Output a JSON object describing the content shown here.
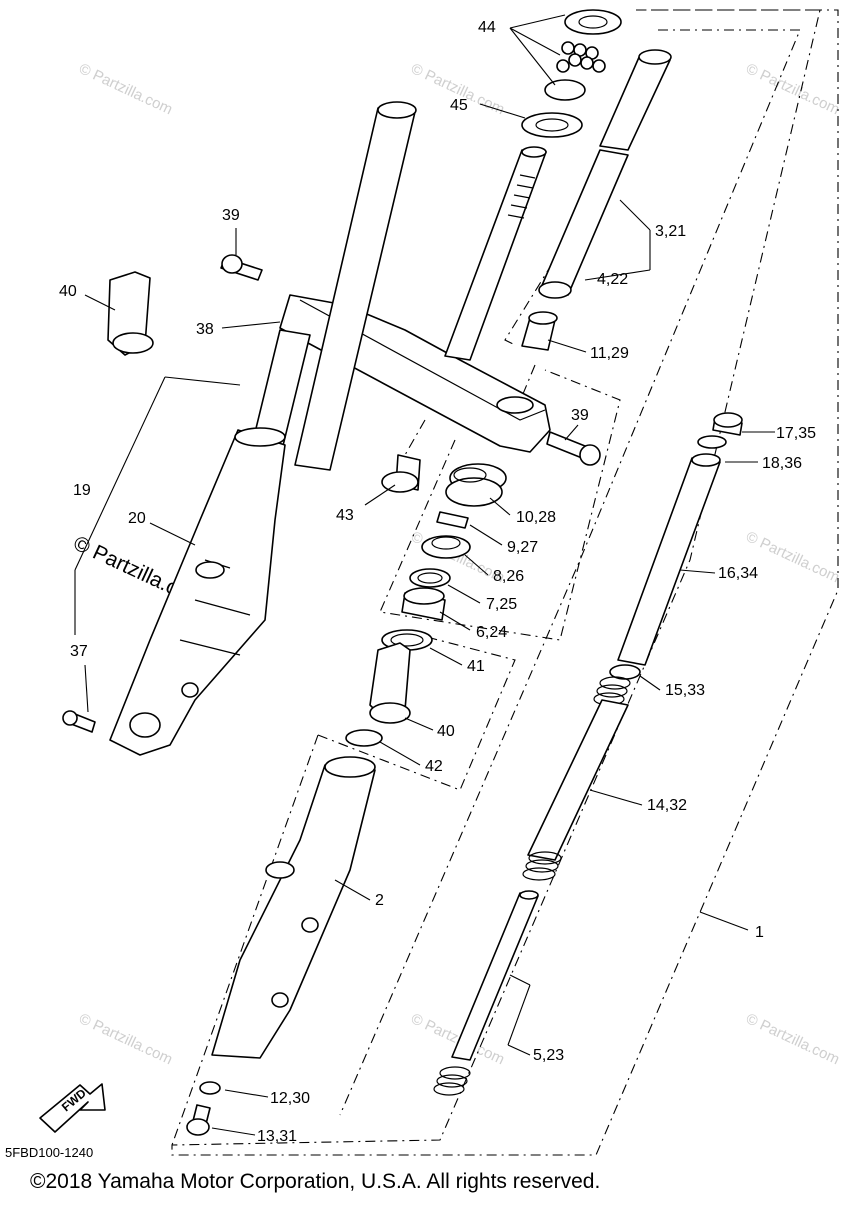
{
  "diagram": {
    "callouts": [
      {
        "id": "c1",
        "text": "1"
      },
      {
        "id": "c2",
        "text": "2"
      },
      {
        "id": "c3",
        "text": "3,21"
      },
      {
        "id": "c4",
        "text": "4,22"
      },
      {
        "id": "c5",
        "text": "5,23"
      },
      {
        "id": "c6",
        "text": "6,24"
      },
      {
        "id": "c7",
        "text": "7,25"
      },
      {
        "id": "c8",
        "text": "8,26"
      },
      {
        "id": "c9",
        "text": "9,27"
      },
      {
        "id": "c10",
        "text": "10,28"
      },
      {
        "id": "c11",
        "text": "11,29"
      },
      {
        "id": "c12",
        "text": "12,30"
      },
      {
        "id": "c13",
        "text": "13,31"
      },
      {
        "id": "c14",
        "text": "14,32"
      },
      {
        "id": "c15",
        "text": "15,33"
      },
      {
        "id": "c16",
        "text": "16,34"
      },
      {
        "id": "c17",
        "text": "17,35"
      },
      {
        "id": "c18",
        "text": "18,36"
      },
      {
        "id": "c19",
        "text": "19"
      },
      {
        "id": "c20",
        "text": "20"
      },
      {
        "id": "c37",
        "text": "37"
      },
      {
        "id": "c38",
        "text": "38"
      },
      {
        "id": "c39a",
        "text": "39"
      },
      {
        "id": "c39b",
        "text": "39"
      },
      {
        "id": "c40a",
        "text": "40"
      },
      {
        "id": "c40b",
        "text": "40"
      },
      {
        "id": "c41",
        "text": "41"
      },
      {
        "id": "c42",
        "text": "42"
      },
      {
        "id": "c43",
        "text": "43"
      },
      {
        "id": "c44",
        "text": "44"
      },
      {
        "id": "c45",
        "text": "45"
      }
    ],
    "fwd_label": "FWD",
    "diagram_code": "5FBD100-1240",
    "watermark_small": "© Partzilla.com",
    "watermark_large": "© Partzilla.com",
    "copyright": "©2018 Yamaha Motor Corporation, U.S.A. All rights reserved."
  }
}
